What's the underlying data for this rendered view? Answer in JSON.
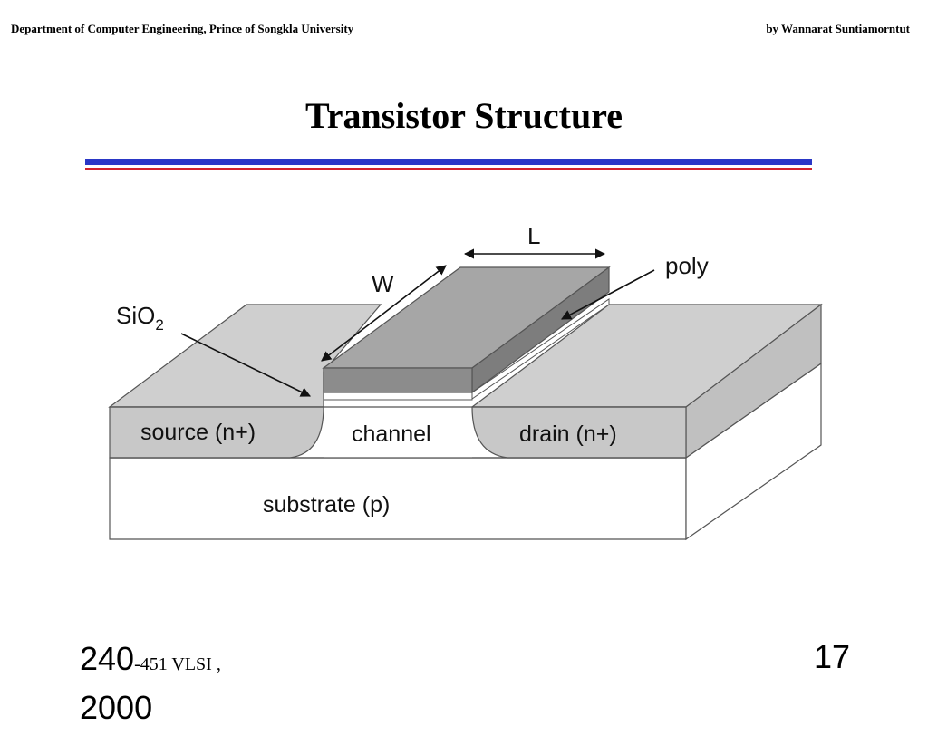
{
  "header": {
    "department": "Department of Computer Engineering, Prince of Songkla University",
    "author": "by Wannarat Suntiamorntut"
  },
  "slide": {
    "title": "Transistor Structure"
  },
  "diagram": {
    "labels": {
      "length": "L",
      "width": "W",
      "gate": "poly",
      "oxide": "SiO",
      "oxide_subscript": "2",
      "source": "source (n+)",
      "channel": "channel",
      "drain": "drain (n+)",
      "substrate": "substrate (p)"
    },
    "colors": {
      "diffusion": "#c8c8c8",
      "diffusion_top": "#cfcfcf",
      "poly_top": "#a6a6a6",
      "poly_side": "#7d7d7d",
      "substrate": "#ffffff",
      "outline": "#555555"
    }
  },
  "footer": {
    "course_prefix": "240",
    "course_suffix": "-451 VLSI ,",
    "year": "2000",
    "page_number": "17"
  },
  "colors": {
    "rule_blue": "#2a37c6",
    "rule_red": "#d2232a"
  }
}
